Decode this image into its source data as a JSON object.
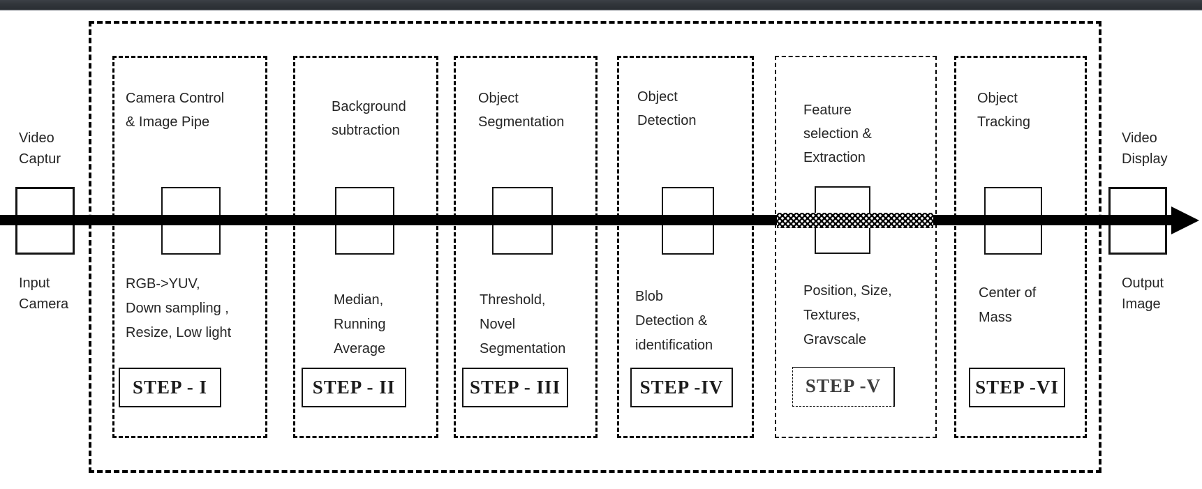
{
  "colors": {
    "titlebar_bg": "#32363b",
    "titlebar_edge": "#c3c5c8",
    "ink": "#000000",
    "text": "#262626"
  },
  "input": {
    "top_label": "Video\nCaptur",
    "bottom_label": "Input\nCamera"
  },
  "output": {
    "top_label": "Video\nDisplay",
    "bottom_label": "Output\nImage"
  },
  "steps": [
    {
      "title": "Camera Control\n& Image Pipe",
      "desc": "RGB->YUV,\nDown sampling ,\nResize, Low light",
      "label": "STEP - I"
    },
    {
      "title": "Background\nsubtraction",
      "desc": "Median,\nRunning\nAverage",
      "label": "STEP - II"
    },
    {
      "title": "Object\nSegmentation",
      "desc": "Threshold,\nNovel\nSegmentation",
      "label": "STEP - III"
    },
    {
      "title": "Object\nDetection",
      "desc": "Blob\nDetection &\nidentification",
      "label": "STEP -IV"
    },
    {
      "title": "Feature\nselection &\nExtraction",
      "desc": "Position, Size,\nTextures,\nGravscale",
      "label": "STEP -V"
    },
    {
      "title": "Object\nTracking",
      "desc": "Center of\nMass",
      "label": "STEP -VI"
    }
  ]
}
